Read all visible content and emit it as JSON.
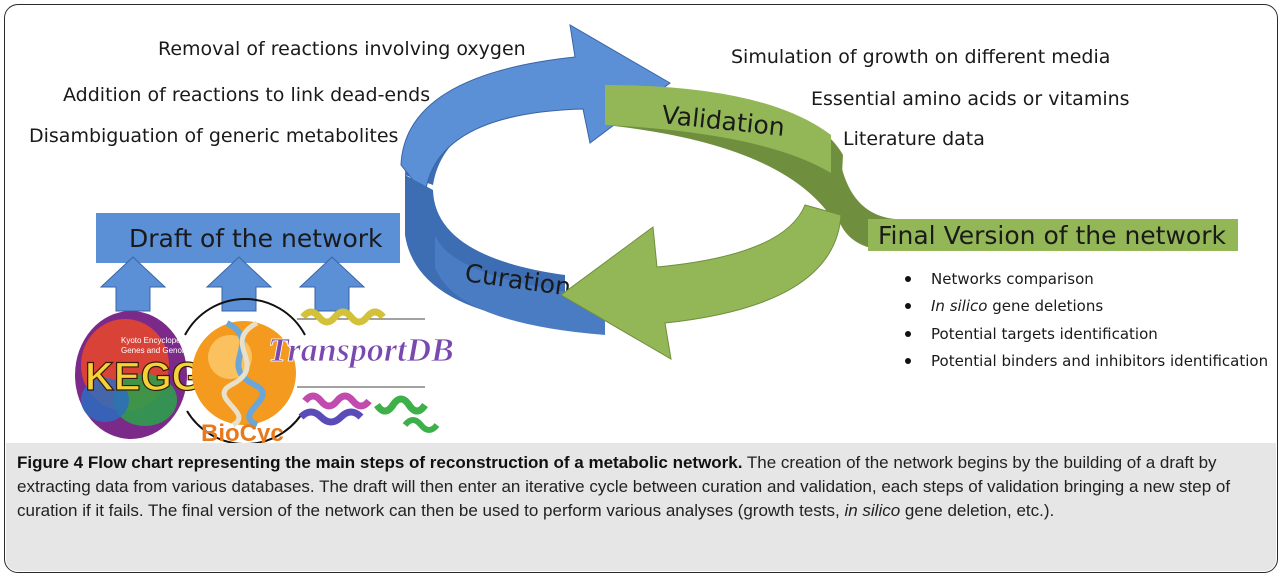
{
  "left_notes": [
    "Removal of reactions involving oxygen",
    "Addition of reactions to link dead-ends",
    "Disambiguation of generic metabolites"
  ],
  "right_notes": [
    "Simulation of growth on different media",
    "Essential amino acids or vitamins",
    "Literature data"
  ],
  "draft_label": "Draft of the network",
  "final_label": "Final Version of the network",
  "validation_label": "Validation",
  "curation_label": "Curation",
  "final_bullets": [
    "Networks comparison",
    {
      "italic": "In silico",
      "rest": " gene deletions"
    },
    "Potential targets identification",
    "Potential binders and inhibitors identification"
  ],
  "logos": {
    "kegg": {
      "big": "KEGG",
      "small_top": "Kyoto Encyclopedia",
      "small_bottom": "Genes and Genom"
    },
    "biocyc": "BioCyc",
    "transportdb": "TransportDB"
  },
  "caption": {
    "title": "Figure 4 Flow chart representing the main steps of reconstruction of a metabolic network.",
    "body_1": " The creation of the network begins by the building of a draft by extracting data from various databases. The draft will then enter an iterative cycle between curation and validation, each steps of validation bringing a new step of curation if it fails. The final version of the network can then be used to perform various analyses (growth tests, ",
    "body_italic": "in silico",
    "body_2": " gene deletion, etc.)."
  },
  "colors": {
    "blue": "#5b8fd6",
    "blue_dark": "#3d6db3",
    "green": "#93b656",
    "green_dark": "#6f8f3e"
  }
}
